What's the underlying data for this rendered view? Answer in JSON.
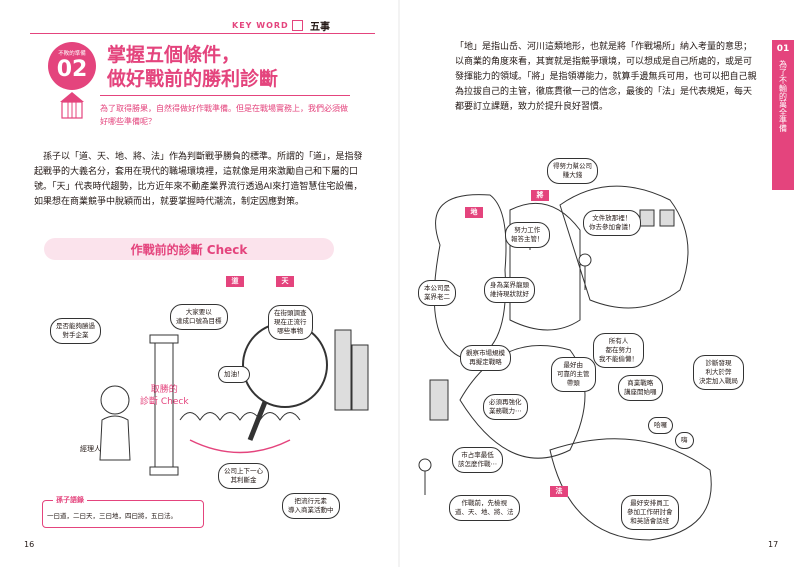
{
  "header": {
    "keyword": "KEY WORD",
    "title": "五事"
  },
  "left_page": {
    "badge_label": "不敗的準備",
    "badge_number": "02",
    "title_line1": "掌握五個條件，",
    "title_line2": "做好戰前的勝利診斷",
    "subtitle": "為了取得勝果，自然得做好作戰準備。但是在戰場實務上，我們必須做好哪些準備呢？",
    "body": "孫子以「道、天、地、將、法」作為判斷戰爭勝負的標準。所謂的「道」，是指發起戰爭的大義名分，套用在現代的職場環境裡，這就像是用來激勵自己和下屬的口號。「天」代表時代趨勢，比方近年來不動產業界流行透過AI來打造智慧住宅設備，如果想在商業競爭中脫穎而出，就要掌握時代潮流，制定因應對策。",
    "check_title": "作戰前的診斷 Check",
    "tags": {
      "dao": "道",
      "tian": "天"
    },
    "bubbles": {
      "b1": "是否能夠勝過\n對手企業",
      "b2": "大家要以\n達成口號為目標",
      "b3": "在街頭調查\n現在正流行\n哪些事物",
      "b4": "加油！",
      "b5": "公司上下一心\n其利斷金",
      "b6": "把流行元素\n導入商業活動中"
    },
    "manager_label": "經理人",
    "diagnosis_label": "取勝的\n診斷 Check",
    "sunzi_title": "孫子語錄",
    "sunzi_text": "一曰道，二曰天，三曰地，四曰將，五曰法。",
    "page_number": "16"
  },
  "right_page": {
    "side_tab_number": "01",
    "side_tab_text": "為了不輸的萬全準備",
    "body": "「地」是指山岳、河川這類地形，也就是將「作戰場所」納入考量的意思；以商業的角度來看，其實就是指競爭環境，可以想成是自己所處的，或是可發揮能力的領域。「將」是指領導能力，就算手邊無兵可用，也可以把自己親為拉拔自己的主管，徹底貫徹一己的信念，最後的「法」是代表規矩，每天都要訂立課題，致力於提升良好習慣。",
    "tags": {
      "di": "地",
      "jiang": "將",
      "fa": "法"
    },
    "bubbles": {
      "r1": "得努力幫公司\n賺大錢",
      "r2": "努力工作\n報答主管！",
      "r3": "文件放那裡！\n你去參加會議！",
      "r4": "本公司是\n業界老二",
      "r5": "身為業界龍頭\n維持現狀就好",
      "r6": "觀察市場規模\n再擬定戰略",
      "r7": "所有人\n都在努力\n我不能偷懶！",
      "r8": "最好由\n可靠的主管\n帶頭",
      "r9": "必須再強化\n業務戰力⋯",
      "r10": "商業戰略\n講座開始囉",
      "r11": "市占率最低\n該怎麼作戰⋯",
      "r12": "作戰前，先檢視\n道、天、地、將、法",
      "r13": "最好安排員工\n參加工作研討會\n和英語會話班",
      "r14": "診斷發現\n利大於弊\n決定加入戰局",
      "r15": "哈囉",
      "r16": "嗨"
    },
    "page_number": "17"
  }
}
